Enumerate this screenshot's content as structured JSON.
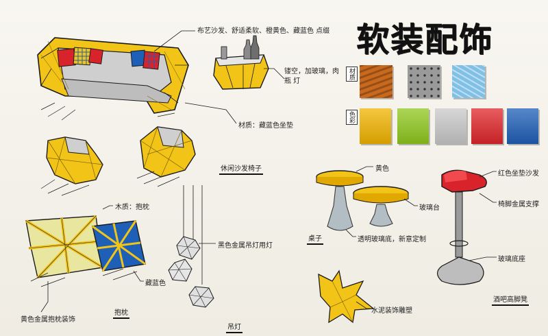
{
  "title": "软装配饰",
  "notes": {
    "sofa_note": "布艺沙发、舒适柔软、橙黄色、藏蓝色 点缀",
    "table_note": "镂空，加玻璃，肉瓶 灯",
    "armchair_note": "材质：藏蓝色坐垫",
    "pillow_note": "木质：抱枕",
    "pillow_note2": "藏蓝色",
    "corner_note": "黄色金属抱枕装饰",
    "lamp_note": "黑色金属吊灯用灯",
    "bar_table_top_note": "黄色",
    "bar_table_note": "玻璃台",
    "bar_table_base_note": "透明玻璃底，新意定制",
    "stool_top_note": "红色坐垫沙发",
    "stool_mid_note": "椅脚金属支撑",
    "stool_base_note": "玻璃底座",
    "sculpture_note": "水泥装饰雕塑"
  },
  "tags": {
    "armchair": "休闲沙发椅子",
    "pillows": "抱枕",
    "lamps": "吊灯",
    "tables": "桌子",
    "stool": "酒吧高脚凳"
  },
  "rows": {
    "texture_label": "材质",
    "color_label": "色彩"
  },
  "swatches": {
    "texture": [
      "#c8691e",
      "#9a9a9a",
      "#7fc0e4"
    ],
    "color": [
      "#f2b400",
      "#8fc81e",
      "#c9c9c9",
      "#e0262b",
      "#1f5fb8"
    ]
  },
  "colors": {
    "yellow": "#f2c418",
    "gray": "#cfcfcf",
    "blue": "#1e5fb8",
    "red": "#d8232a",
    "ink": "#1a1a1a"
  }
}
